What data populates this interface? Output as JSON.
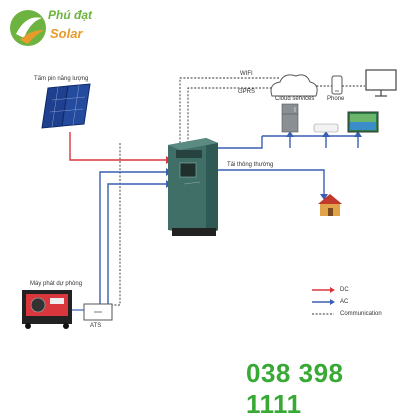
{
  "brand": {
    "name": "Phú đạt",
    "sub": "Solar",
    "color_green": "#6db33f",
    "color_orange": "#e89a2a"
  },
  "labels": {
    "solar_panel": "Tấm pin năng lượng",
    "wifi": "WIFI",
    "gprs": "GPRS",
    "cloud": "Cloud services",
    "phone": "Phone",
    "load": "Tải thông thường",
    "generator": "Máy phát dự phòng",
    "ats": "ATS"
  },
  "legend": [
    {
      "label": "DC",
      "color": "#d9363e",
      "style": "solid"
    },
    {
      "label": "AC",
      "color": "#3a5fb0",
      "style": "solid"
    },
    {
      "label": "Communication",
      "color": "#333333",
      "style": "dashed"
    }
  ],
  "phone_number": "038 398 1111",
  "icons": [
    "logo-icon",
    "solar-panel-icon",
    "cloud-icon",
    "phone-icon",
    "monitor-icon",
    "fridge-icon",
    "air-conditioner-icon",
    "tv-icon",
    "house-icon",
    "generator-icon",
    "ats-icon",
    "inverter-icon"
  ]
}
